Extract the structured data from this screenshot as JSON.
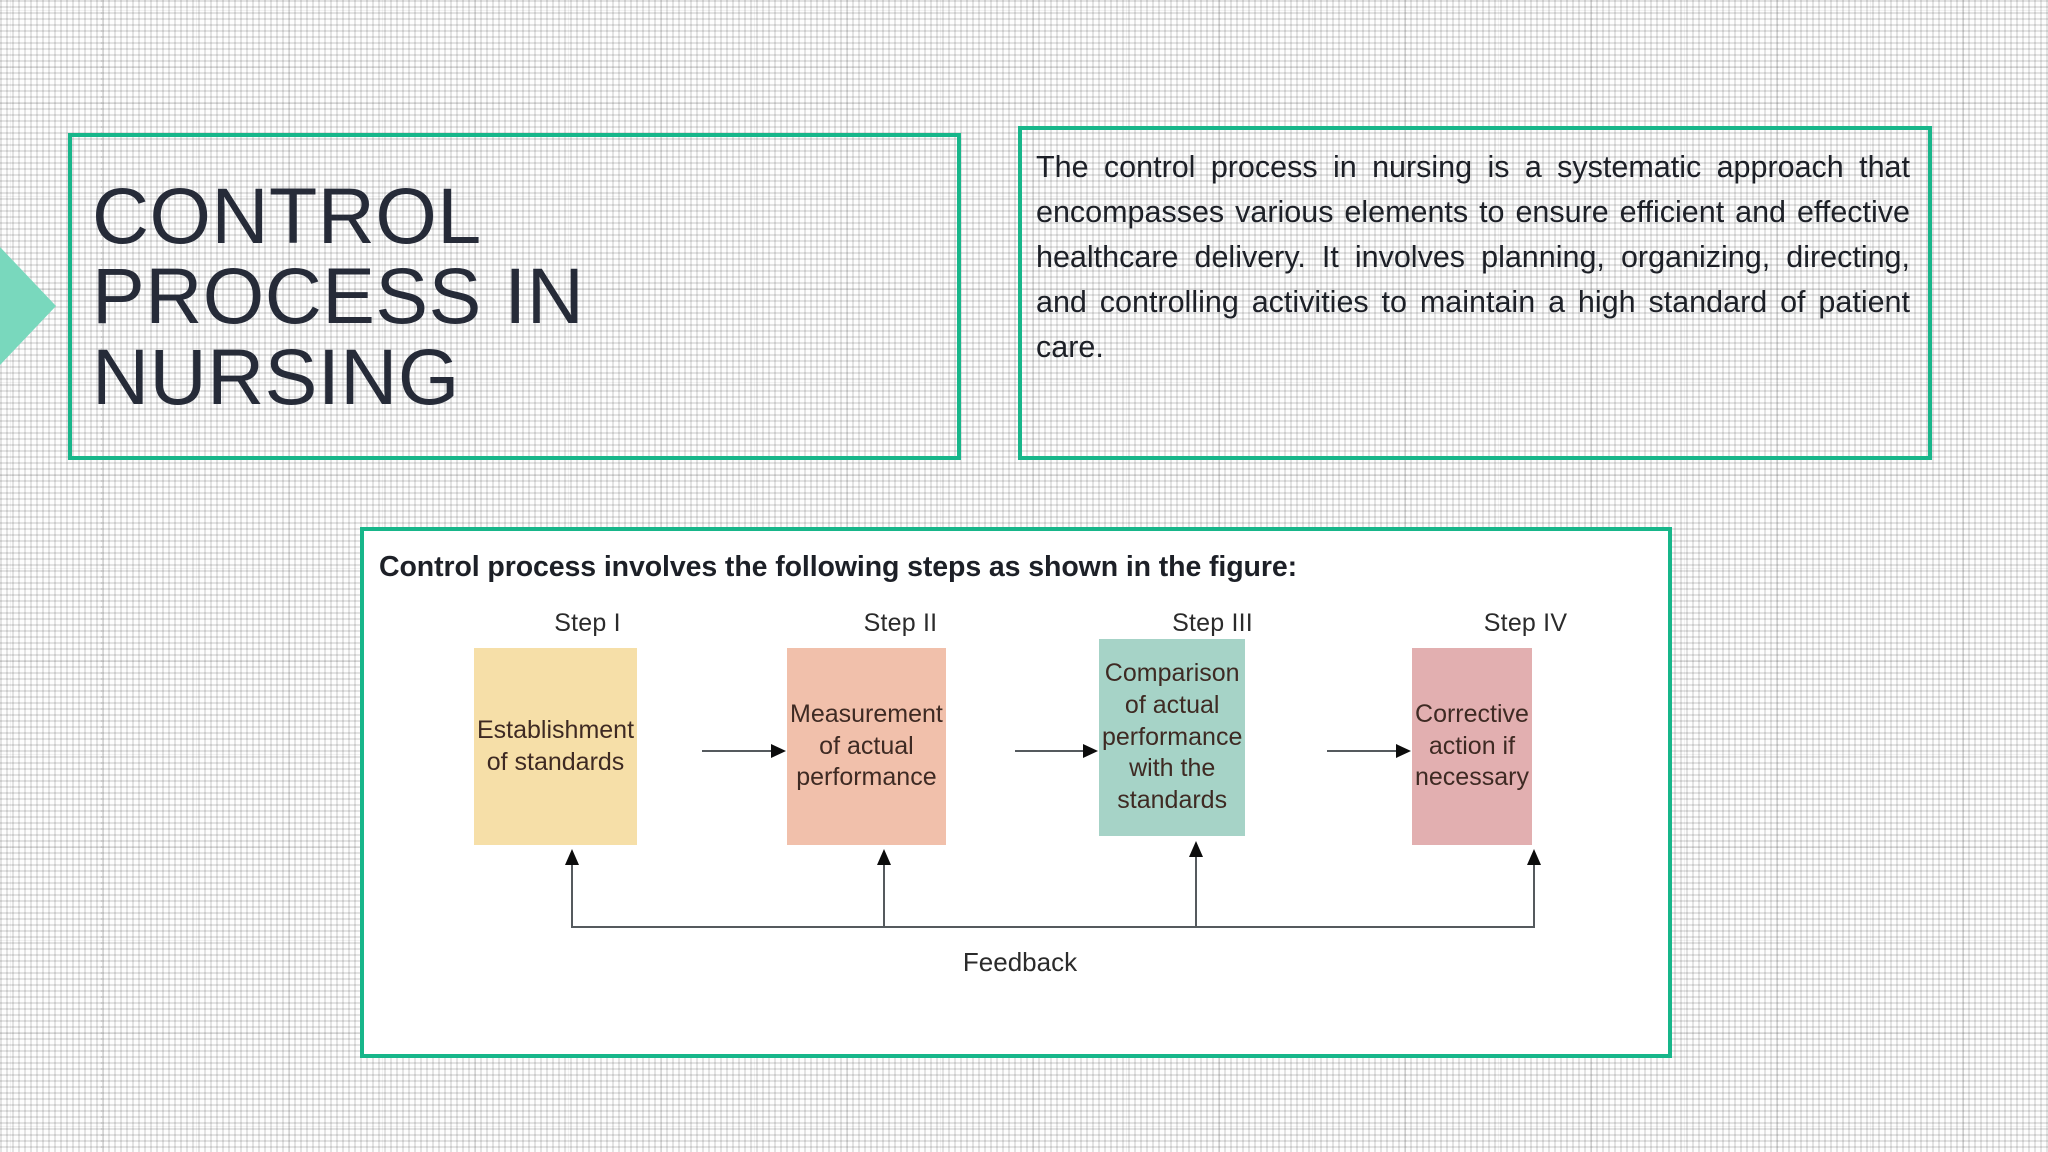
{
  "slide": {
    "accent_color": "#17b68a",
    "chevron_color": "#79d8bd",
    "background_color": "#fdfdfd"
  },
  "title": {
    "text": "CONTROL\nPROCESS IN\nNURSING"
  },
  "intro": {
    "text": "The control process in nursing is a systematic approach that encompasses various elements to ensure efficient and effective healthcare delivery. It involves planning, organizing, directing, and controlling activities to maintain a high standard of patient care."
  },
  "figure": {
    "caption": "Control process involves the following steps as shown in the figure:",
    "feedback_label": "Feedback"
  },
  "chart_data": {
    "type": "diagram",
    "title": "Control process involves the following steps as shown in the figure:",
    "diagram_kind": "linear-flow-with-feedback-loop",
    "steps": [
      {
        "label": "Step I",
        "text": "Establishment\nof standards",
        "color": "#f6dfa8"
      },
      {
        "label": "Step II",
        "text": "Measurement\nof actual\nperformance",
        "color": "#f1c0ab"
      },
      {
        "label": "Step III",
        "text": "Comparison\nof actual\nperformance\nwith the\nstandards",
        "color": "#a6d3c7"
      },
      {
        "label": "Step IV",
        "text": "Corrective\naction if\nnecessary",
        "color": "#e2afb0"
      }
    ],
    "connectors": [
      {
        "from": "Step I",
        "to": "Step II",
        "style": "arrow-right"
      },
      {
        "from": "Step II",
        "to": "Step III",
        "style": "arrow-right"
      },
      {
        "from": "Step III",
        "to": "Step IV",
        "style": "arrow-right"
      }
    ],
    "feedback": {
      "label": "Feedback",
      "targets": [
        "Step I",
        "Step II",
        "Step III",
        "Step IV"
      ],
      "style": "horizontal-bus-with-upward-arrows"
    }
  }
}
